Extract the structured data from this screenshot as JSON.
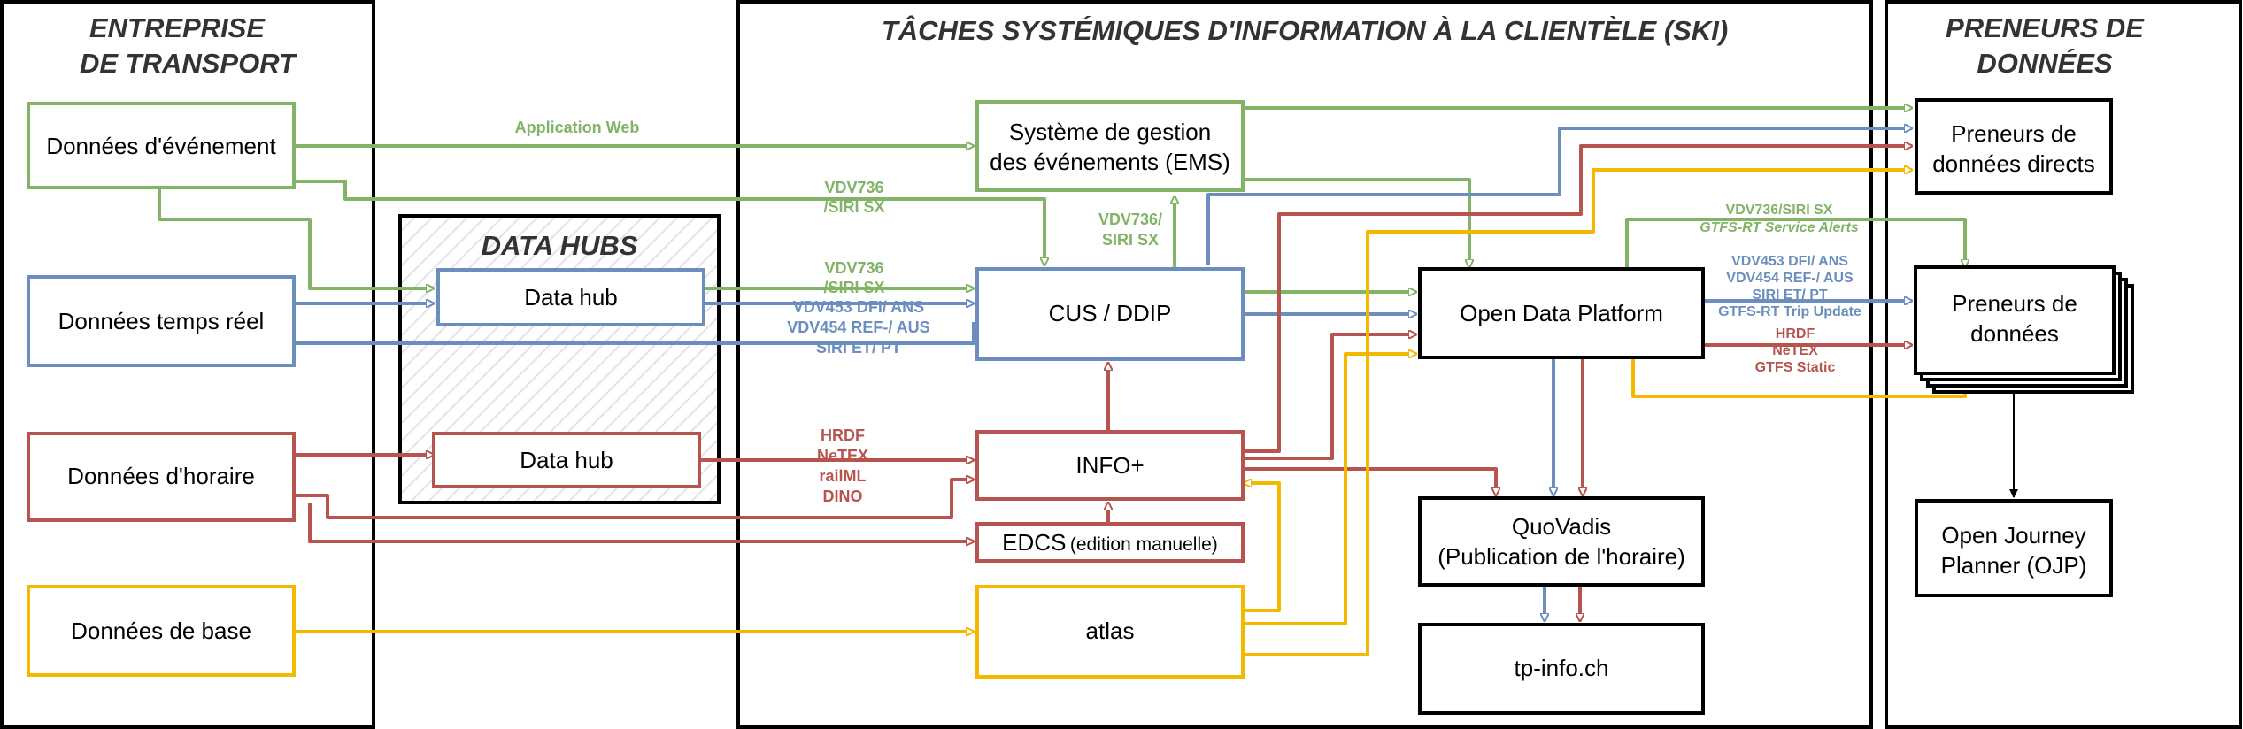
{
  "lanes": {
    "transport": [
      "ENTREPRISE",
      "DE TRANSPORT"
    ],
    "ski": "TÂCHES SYSTÉMIQUES D'INFORMATION À LA CLIENTÈLE (SKI)",
    "consumers": [
      "PRENEURS DE",
      "DONNÉES"
    ],
    "data_hubs": "DATA HUBS"
  },
  "sources": {
    "events": "Données d'événement",
    "realtime": "Données temps réel",
    "timetable": "Données d'horaire",
    "base": "Données de base"
  },
  "hubs": {
    "hub1": "Data hub",
    "hub2": "Data hub"
  },
  "systems": {
    "ems": [
      "Système de gestion",
      "des événements (EMS)"
    ],
    "cus": "CUS / DDIP",
    "info": "INFO+",
    "edcs": "EDCS",
    "edcs_note": "(edition manuelle)",
    "atlas": "atlas",
    "odp": "Open Data Platform",
    "quovadis": [
      "QuoVadis",
      "(Publication de l'horaire)"
    ],
    "tpinfo": "tp-info.ch"
  },
  "consumers": {
    "direct": [
      "Preneurs de",
      "données directs"
    ],
    "general": [
      "Preneurs de",
      "données"
    ],
    "ojp": [
      "Open Journey",
      "Planner (OJP)"
    ]
  },
  "labels": {
    "app_web": "Application Web",
    "vdv736_a": [
      "VDV736",
      "/SIRI SX"
    ],
    "vdv736_b": [
      "VDV736",
      "/SIRI SX"
    ],
    "vdv736_ems": [
      "VDV736/",
      "SIRI SX"
    ],
    "vdv453": [
      "VDV453 DFI/ ANS",
      "VDV454 REF-/ AUS",
      "SIRI ET/ PT"
    ],
    "timetable_formats": [
      "HRDF",
      "NeTEX",
      "railML",
      "DINO"
    ],
    "odp_alerts": [
      "VDV736/SIRI SX",
      "GTFS-RT Service Alerts"
    ],
    "odp_rt": [
      "VDV453 DFI/ ANS",
      "VDV454 REF-/ AUS",
      "SIRI ET/ PT",
      "GTFS-RT Trip Update"
    ],
    "odp_static": [
      "HRDF",
      "NeTEX",
      "GTFS Static"
    ]
  },
  "colors": {
    "green": "#82b366",
    "blue": "#6c8ebf",
    "red": "#b85450",
    "yellow": "#f5b800",
    "black": "#000000"
  }
}
